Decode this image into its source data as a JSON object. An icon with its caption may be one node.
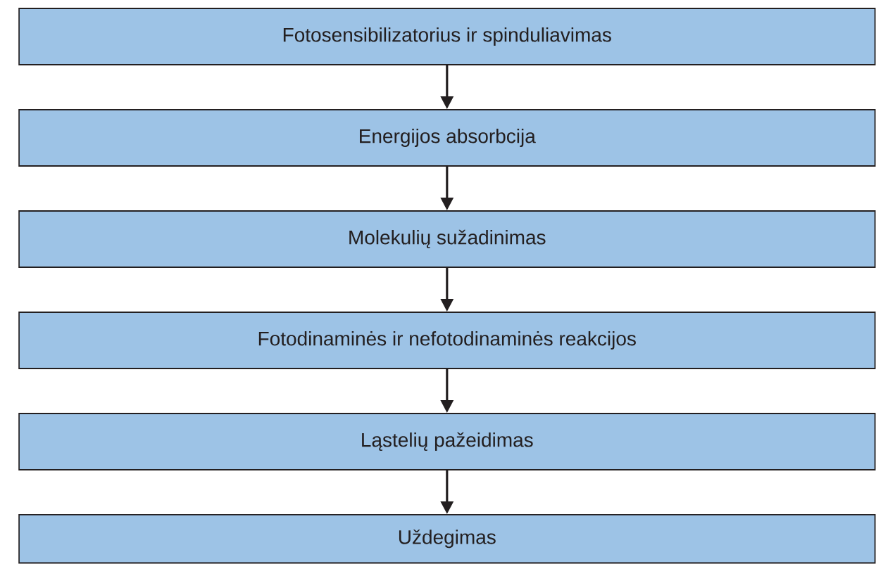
{
  "diagram": {
    "nodes": [
      {
        "text": [
          "Fotosensibilizatorius ir spinduliavimas"
        ]
      },
      {
        "text": [
          "Energijos absorbcija"
        ]
      },
      {
        "text": [
          "Molekulių sužadinimas"
        ]
      },
      {
        "text": [
          "Fotodinaminės ir nefotodinaminės reakcijos"
        ]
      },
      {
        "text": [
          "Ląstelių pažeidimas"
        ]
      },
      {
        "text": [
          "Uždegimas"
        ]
      }
    ],
    "edges": [
      {
        "from": 0,
        "to": 1,
        "arrow": "to"
      },
      {
        "from": 1,
        "to": 2,
        "arrow": "to"
      },
      {
        "from": 2,
        "to": 3,
        "arrow": "to"
      },
      {
        "from": 3,
        "to": 4,
        "arrow": "to"
      },
      {
        "from": 4,
        "to": 5,
        "arrow": "to"
      }
    ]
  }
}
